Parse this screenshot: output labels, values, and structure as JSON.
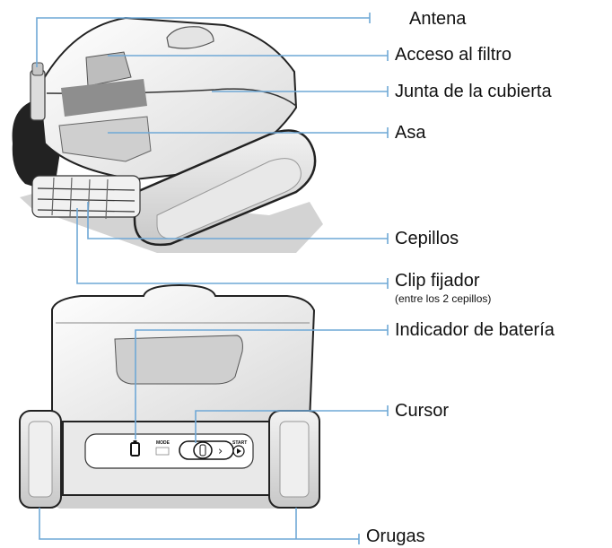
{
  "accent_color": "#6fa8d6",
  "labels": {
    "antena": "Antena",
    "filtro": "Acceso al filtro",
    "junta": "Junta de la cubierta",
    "asa": "Asa",
    "cepillos": "Cepillos",
    "clip": "Clip fijador",
    "clip_note": "(entre los 2 cepillos)",
    "bateria": "Indicador de batería",
    "cursor": "Cursor",
    "orugas": "Orugas"
  },
  "panel": {
    "mode_label": "MODE",
    "start_label": "START"
  }
}
